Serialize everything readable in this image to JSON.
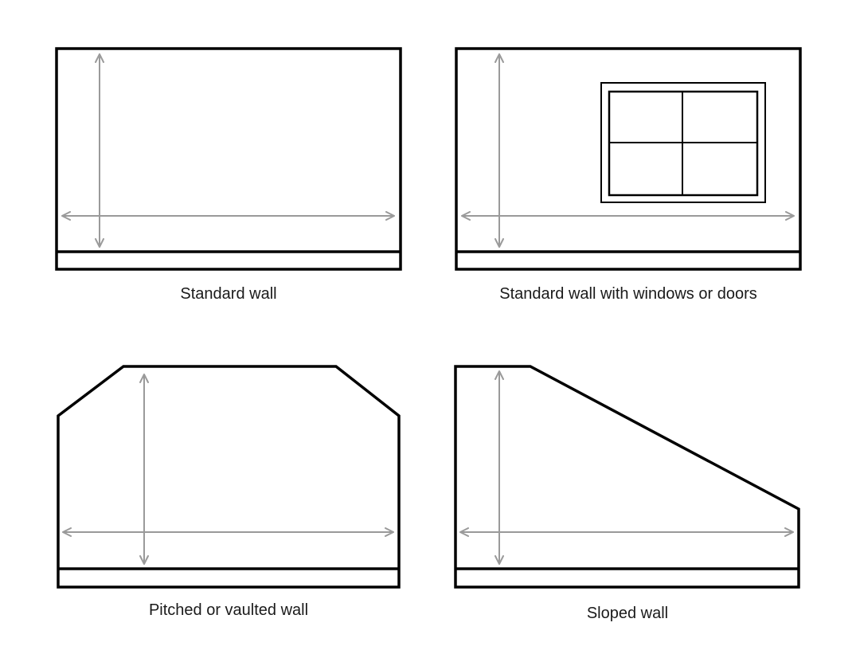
{
  "panels": [
    {
      "caption": "Standard wall"
    },
    {
      "caption": "Standard wall with windows or doors"
    },
    {
      "caption": "Pitched or vaulted wall"
    },
    {
      "caption": "Sloped wall"
    }
  ],
  "colors": {
    "outline": "#000000",
    "dimension": "#9a9a9a",
    "caption": "#1a1a1a",
    "background": "#ffffff"
  }
}
